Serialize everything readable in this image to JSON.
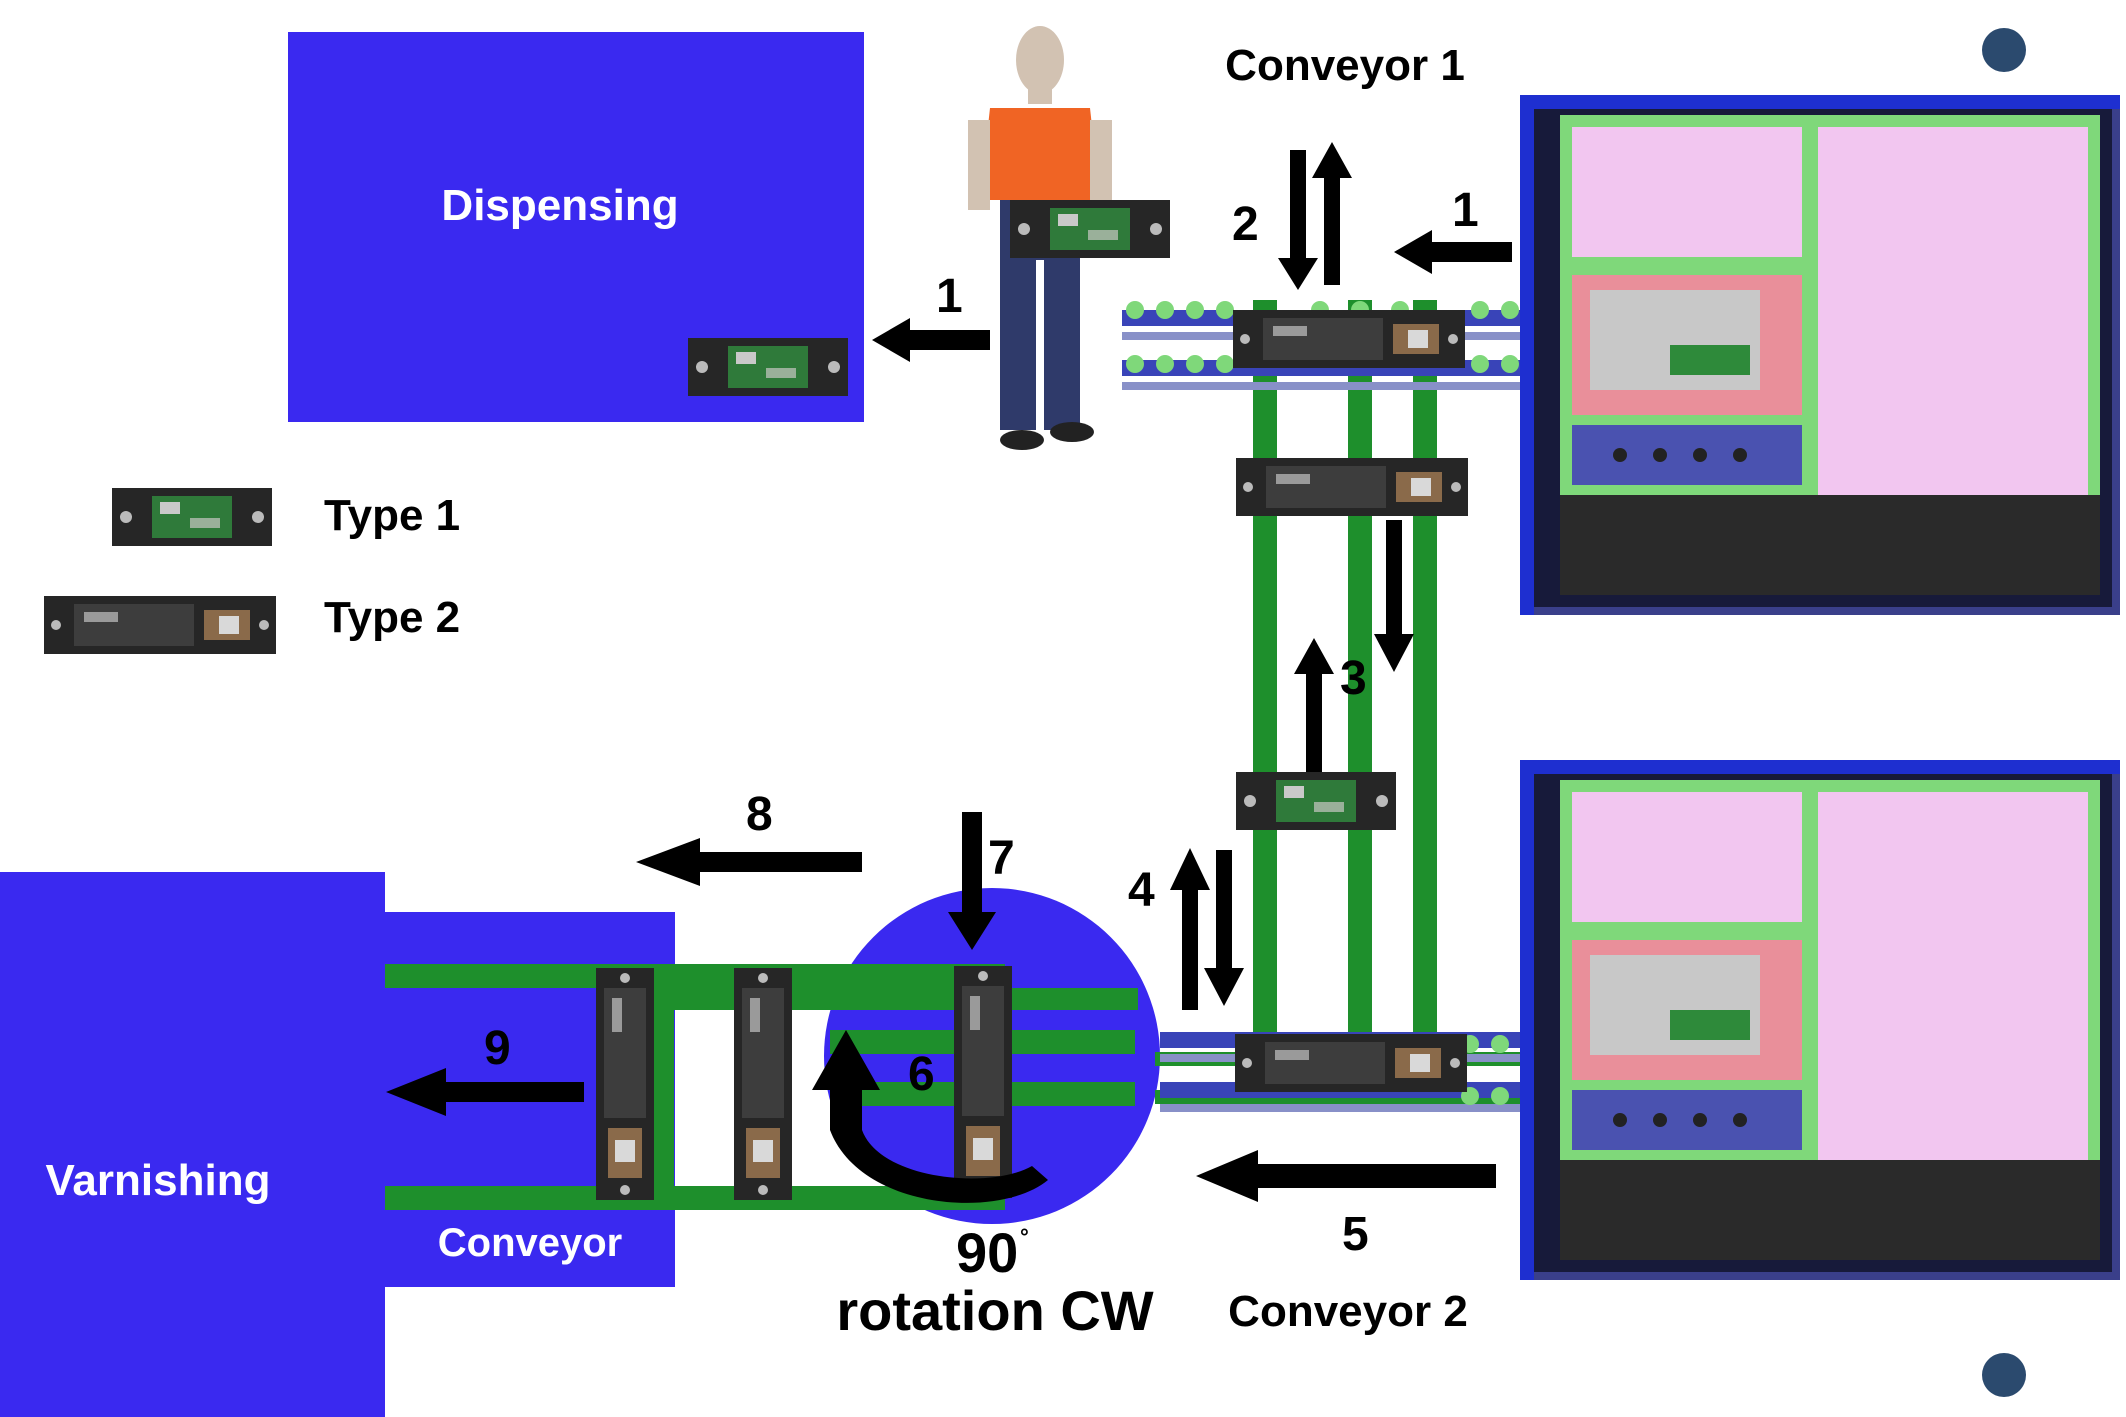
{
  "colors": {
    "blue": "#3a29f0",
    "green": "#1e8f2c",
    "board": "#2a2a2a",
    "pcb": "#2f7a3a",
    "frame": "#7fd87a",
    "pink": "#f2c6f0",
    "dark": "#2a2a2a",
    "arrow": "#000000",
    "text_dark": "#000000",
    "text_light": "#ffffff"
  },
  "areas": {
    "dispensing": "Dispensing",
    "varnishing": "Varnishing",
    "conveyor": "Conveyor"
  },
  "conveyors": {
    "conveyor1": "Conveyor 1",
    "conveyor2": "Conveyor 2"
  },
  "legend": {
    "type1": "Type 1",
    "type2": "Type 2"
  },
  "steps": {
    "s1_left": "1",
    "s1_right": "1",
    "s2": "2",
    "s3": "3",
    "s4": "4",
    "s5": "5",
    "s6": "6",
    "s7": "7",
    "s8": "8",
    "s9": "9"
  },
  "rotation": {
    "angle": "90",
    "degree": "°",
    "text": "rotation CW"
  }
}
